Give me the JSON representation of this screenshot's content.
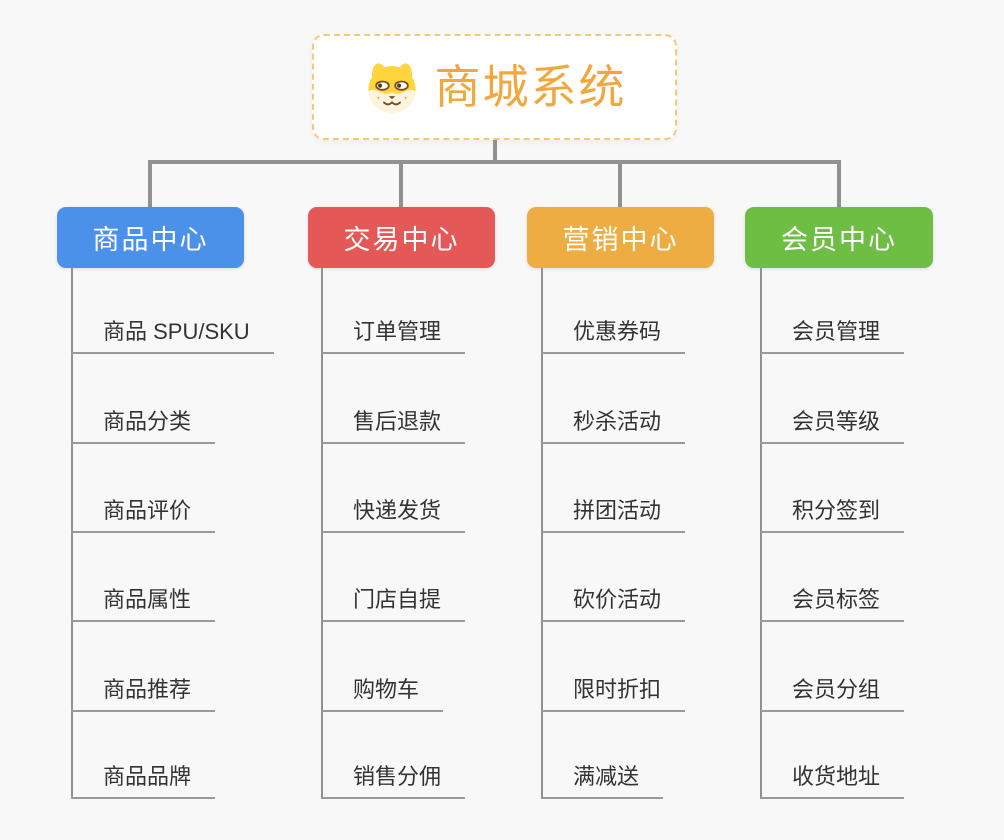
{
  "root": {
    "title": "商城系统",
    "icon": "dog-face-icon"
  },
  "colors": {
    "background": "#F8F8F8",
    "connector": "#919191",
    "leaf_text": "#333333",
    "leaf_underline": "#999999",
    "root_text": "#F1A73D",
    "root_border": "#F5C878",
    "header_text": "#FFFFFF"
  },
  "branches": [
    {
      "label": "商品中心",
      "color": "#4B91EA",
      "children": [
        "商品 SPU/SKU",
        "商品分类",
        "商品评价",
        "商品属性",
        "商品推荐",
        "商品品牌"
      ]
    },
    {
      "label": "交易中心",
      "color": "#E45858",
      "children": [
        "订单管理",
        "售后退款",
        "快递发货",
        "门店自提",
        "购物车",
        "销售分佣"
      ]
    },
    {
      "label": "营销中心",
      "color": "#EDAD42",
      "children": [
        "优惠券码",
        "秒杀活动",
        "拼团活动",
        "砍价活动",
        "限时折扣",
        "满减送"
      ]
    },
    {
      "label": "会员中心",
      "color": "#6DBE43",
      "children": [
        "会员管理",
        "会员等级",
        "积分签到",
        "会员标签",
        "会员分组",
        "收货地址"
      ]
    }
  ]
}
